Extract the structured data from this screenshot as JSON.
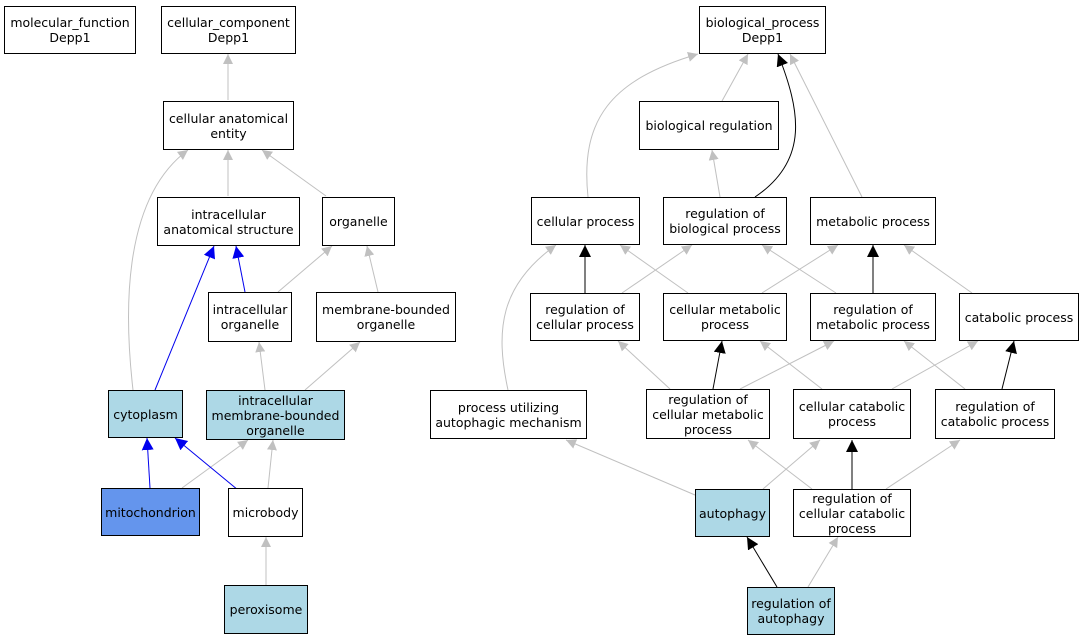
{
  "colors": {
    "highlight_light": "#add8e6",
    "highlight_dark": "#6495ed",
    "edge_gray": "#c0c0c0",
    "edge_black": "#000000",
    "edge_blue": "#0000ee"
  },
  "nodes": {
    "molecular_function": "molecular_function\nDepp1",
    "cellular_component": "cellular_component\nDepp1",
    "biological_process": "biological_process\nDepp1",
    "cellular_anatomical_entity": "cellular anatomical\nentity",
    "biological_regulation": "biological regulation",
    "intracellular_anatomical_structure": "intracellular\nanatomical structure",
    "organelle": "organelle",
    "cellular_process": "cellular process",
    "regulation_of_biological_process": "regulation of\nbiological process",
    "metabolic_process": "metabolic process",
    "intracellular_organelle": "intracellular\norganelle",
    "membrane_bounded_organelle": "membrane-bounded\norganelle",
    "regulation_of_cellular_process": "regulation of\ncellular process",
    "cellular_metabolic_process": "cellular metabolic\nprocess",
    "regulation_of_metabolic_process": "regulation of\nmetabolic process",
    "catabolic_process": "catabolic process",
    "cytoplasm": "cytoplasm",
    "intracellular_membrane_bounded_organelle": "intracellular\nmembrane-bounded\norganelle",
    "process_utilizing_autophagic_mechanism": "process utilizing\nautophagic mechanism",
    "regulation_of_cellular_metabolic_process": "regulation of\ncellular metabolic\nprocess",
    "cellular_catabolic_process": "cellular catabolic\nprocess",
    "regulation_of_catabolic_process": "regulation of\ncatabolic process",
    "mitochondrion": "mitochondrion",
    "microbody": "microbody",
    "autophagy": "autophagy",
    "regulation_of_cellular_catabolic_process": "regulation of\ncellular catabolic\nprocess",
    "peroxisome": "peroxisome",
    "regulation_of_autophagy": "regulation of\nautophagy"
  },
  "highlighted_nodes": {
    "light": [
      "cytoplasm",
      "intracellular_membrane_bounded_organelle",
      "autophagy",
      "peroxisome",
      "regulation_of_autophagy"
    ],
    "dark": [
      "mitochondrion"
    ]
  }
}
